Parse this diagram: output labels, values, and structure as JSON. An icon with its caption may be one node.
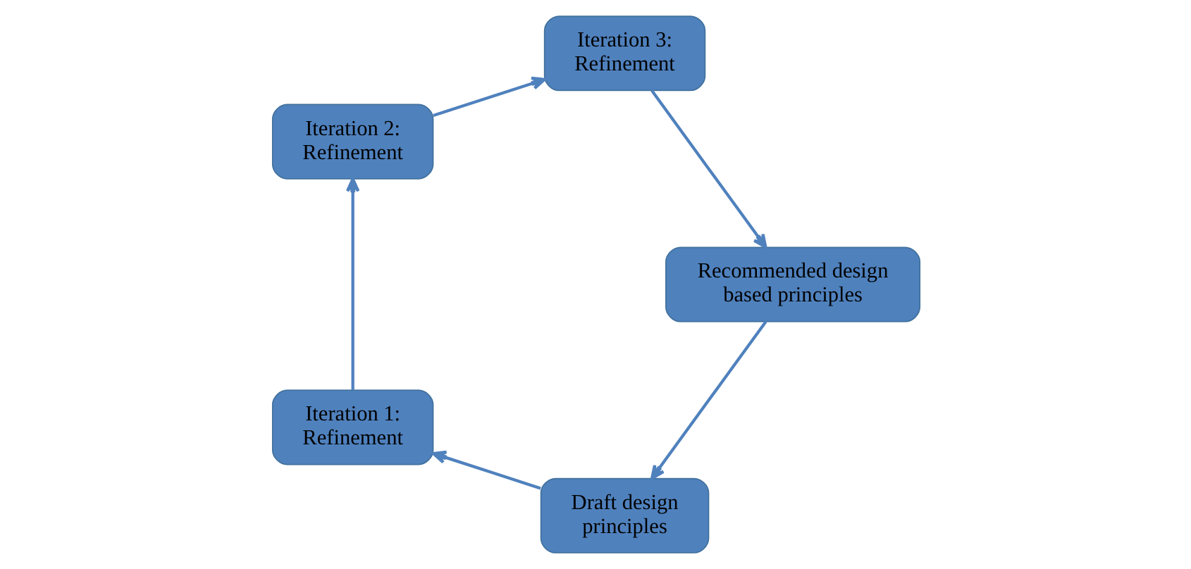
{
  "diagram": {
    "nodes": [
      {
        "text": [
          "Draft design principles"
        ]
      },
      {
        "text": [
          "Iteration 1: Refinement"
        ]
      },
      {
        "text": [
          "Iteration 2: Refinement"
        ]
      },
      {
        "text": [
          "Iteration 3: Refinement"
        ]
      },
      {
        "text": [
          "Recommended design based principles"
        ]
      }
    ],
    "edges": [
      {
        "from": 0,
        "to": 1,
        "arrow": "to"
      },
      {
        "from": 1,
        "to": 2,
        "arrow": "to"
      },
      {
        "from": 2,
        "to": 3,
        "arrow": "to"
      },
      {
        "from": 3,
        "to": 4,
        "arrow": "to"
      },
      {
        "from": 4,
        "to": 0,
        "arrow": "to"
      }
    ]
  }
}
